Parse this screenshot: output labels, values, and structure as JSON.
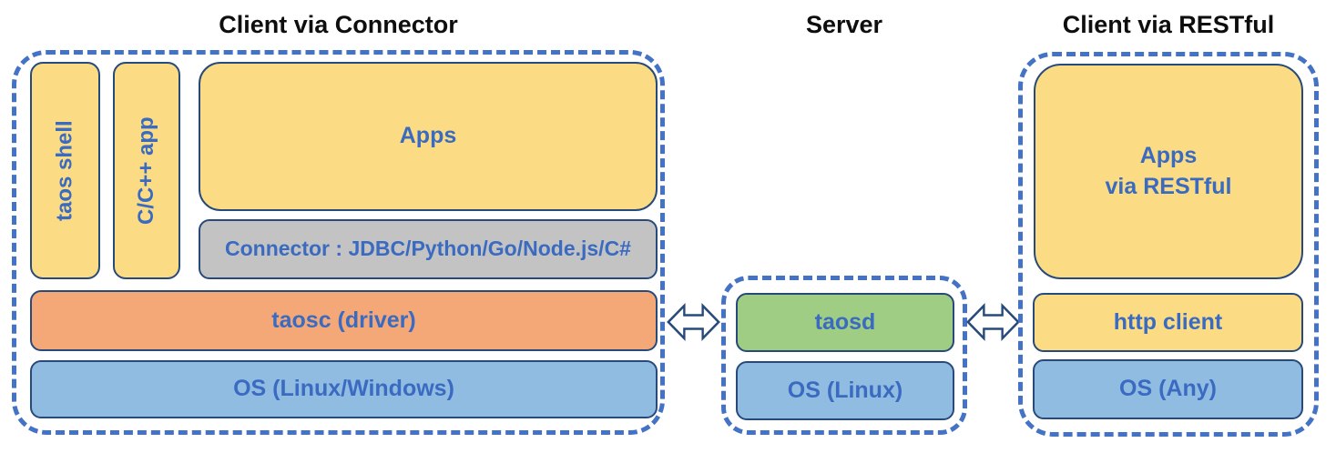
{
  "titles": {
    "connector_client": "Client via Connector",
    "server": "Server",
    "restful_client": "Client via RESTful"
  },
  "connector_client": {
    "taos_shell": "taos shell",
    "c_cpp_app": "C/C++ app",
    "apps": "Apps",
    "connector": "Connector : JDBC/Python/Go/Node.js/C#",
    "taosc_driver": "taosc (driver)",
    "os": "OS (Linux/Windows)"
  },
  "server": {
    "taosd": "taosd",
    "os": "OS (Linux)"
  },
  "restful_client": {
    "apps": "Apps\nvia RESTful",
    "http_client": "http client",
    "os": "OS (Any)"
  },
  "icons": {
    "left_link": "bidirectional-arrow",
    "right_link": "bidirectional-arrow"
  },
  "colors": {
    "app_yellow": "#FBDC84",
    "connector_gray": "#C3C3C3",
    "driver_orange": "#F4A877",
    "os_blue": "#91BCE2",
    "server_green": "#9ECD83",
    "label_blue": "#3A6BC1",
    "box_border_navy": "#274A7B",
    "dashed_border_blue": "#4472C4",
    "title_black": "#0E0E0E"
  }
}
